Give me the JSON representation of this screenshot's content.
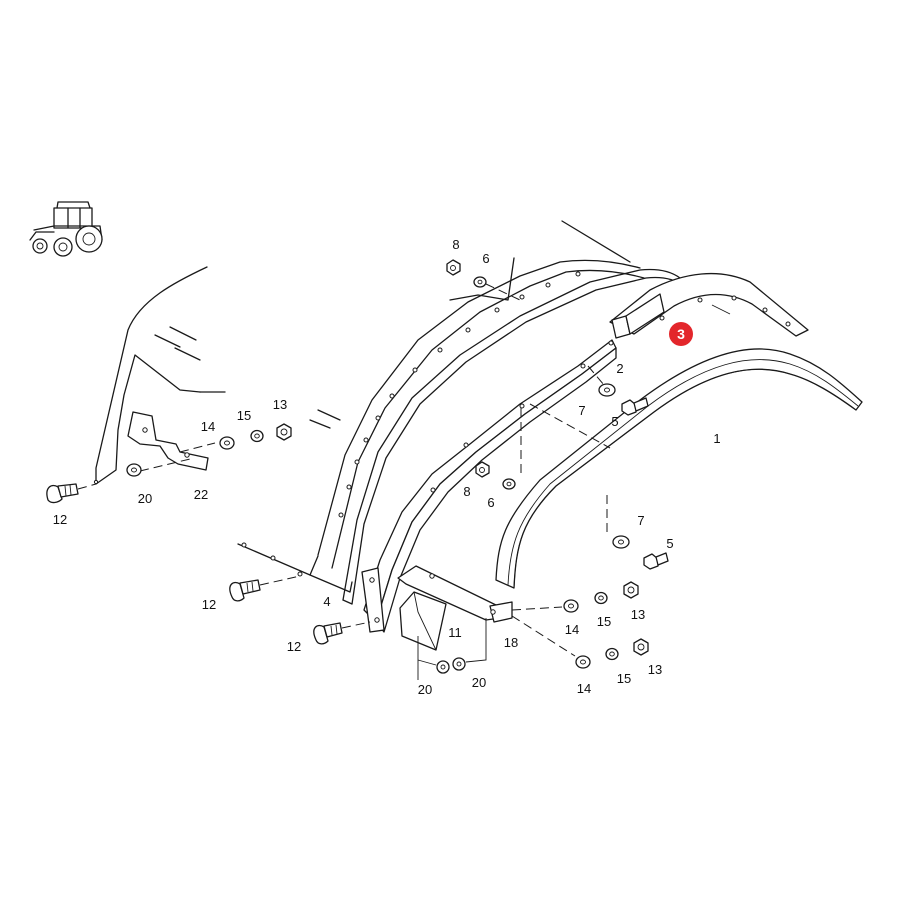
{
  "highlight_color": "#e3262b",
  "callouts": [
    {
      "id": "c-8-top",
      "text": "8"
    },
    {
      "id": "c-6-top",
      "text": "6"
    },
    {
      "id": "c-3",
      "text": "3",
      "highlighted": true
    },
    {
      "id": "c-2",
      "text": "2"
    },
    {
      "id": "c-7-a",
      "text": "7"
    },
    {
      "id": "c-5-a",
      "text": "5"
    },
    {
      "id": "c-1",
      "text": "1"
    },
    {
      "id": "c-14-a",
      "text": "14"
    },
    {
      "id": "c-15-a",
      "text": "15"
    },
    {
      "id": "c-13-a",
      "text": "13"
    },
    {
      "id": "c-20-a",
      "text": "20"
    },
    {
      "id": "c-22",
      "text": "22"
    },
    {
      "id": "c-12-a",
      "text": "12"
    },
    {
      "id": "c-8-mid",
      "text": "8"
    },
    {
      "id": "c-6-mid",
      "text": "6"
    },
    {
      "id": "c-7-b",
      "text": "7"
    },
    {
      "id": "c-5-b",
      "text": "5"
    },
    {
      "id": "c-12-b",
      "text": "12"
    },
    {
      "id": "c-4",
      "text": "4"
    },
    {
      "id": "c-12-c",
      "text": "12"
    },
    {
      "id": "c-11",
      "text": "11"
    },
    {
      "id": "c-18",
      "text": "18"
    },
    {
      "id": "c-14-b",
      "text": "14"
    },
    {
      "id": "c-15-b",
      "text": "15"
    },
    {
      "id": "c-13-b",
      "text": "13"
    },
    {
      "id": "c-14-c",
      "text": "14"
    },
    {
      "id": "c-15-c",
      "text": "15"
    },
    {
      "id": "c-13-c",
      "text": "13"
    },
    {
      "id": "c-20-b",
      "text": "20"
    },
    {
      "id": "c-20-c",
      "text": "20"
    }
  ]
}
